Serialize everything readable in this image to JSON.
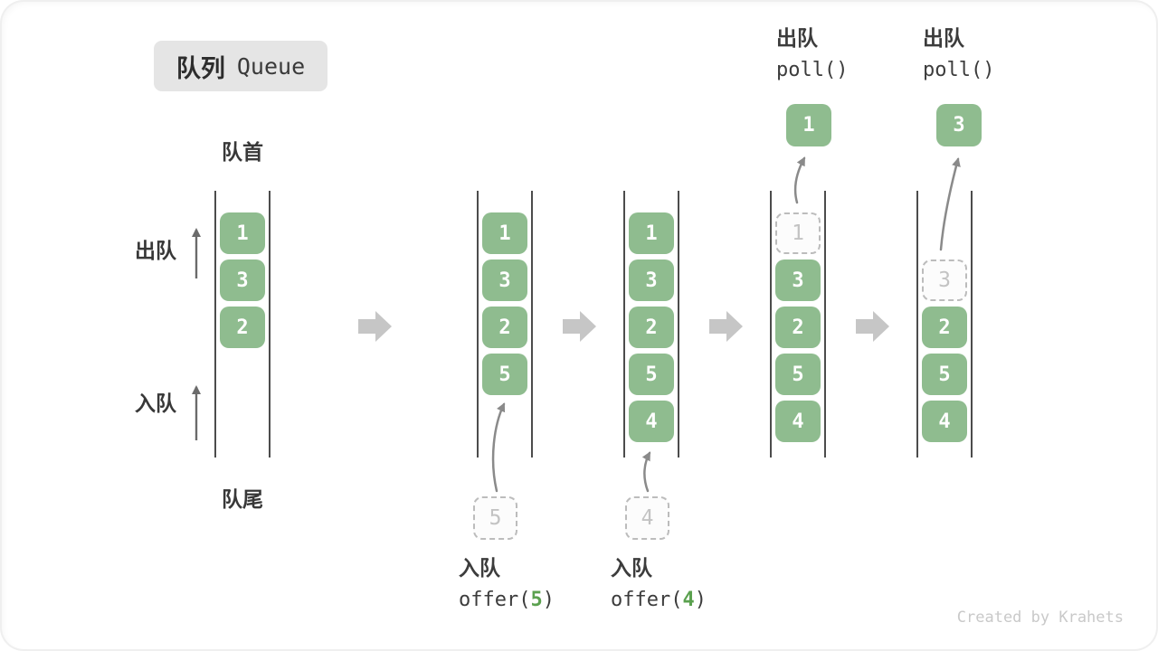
{
  "title": {
    "zh": "队列",
    "en": "Queue"
  },
  "labels": {
    "front": "队首",
    "rear": "队尾",
    "dequeue": "出队",
    "enqueue": "入队"
  },
  "colors": {
    "box_green": "#8fbc8f",
    "arg_green": "#5ba14f",
    "rail_dark": "#4c4c4c",
    "block_arrow_gray": "#c6c6c6",
    "thin_arrow_dark": "#6b6b6b",
    "thin_arrow_gray": "#8a8a8a",
    "dashed_border_gray": "#bcbcbc",
    "title_bg": "#e5e5e5"
  },
  "states": [
    {
      "cells": [
        {
          "value": "1"
        },
        {
          "value": "3"
        },
        {
          "value": "2"
        }
      ]
    },
    {
      "cells": [
        {
          "value": "1"
        },
        {
          "value": "3"
        },
        {
          "value": "2"
        },
        {
          "value": "5"
        }
      ],
      "staging": "5",
      "op": {
        "label": "入队",
        "fn": "offer(",
        "arg": "5",
        "close": ")"
      }
    },
    {
      "cells": [
        {
          "value": "1"
        },
        {
          "value": "3"
        },
        {
          "value": "2"
        },
        {
          "value": "5"
        },
        {
          "value": "4"
        }
      ],
      "staging": "4",
      "op": {
        "label": "入队",
        "fn": "offer(",
        "arg": "4",
        "close": ")"
      }
    },
    {
      "cells": [
        {
          "value": "1",
          "removed": true
        },
        {
          "value": "3"
        },
        {
          "value": "2"
        },
        {
          "value": "5"
        },
        {
          "value": "4"
        }
      ],
      "popped": "1",
      "op": {
        "label": "出队",
        "code": "poll()"
      }
    },
    {
      "cells": [
        {
          "value": "3",
          "removed": true
        },
        {
          "value": "2"
        },
        {
          "value": "5"
        },
        {
          "value": "4"
        }
      ],
      "popped": "3",
      "op": {
        "label": "出队",
        "code": "poll()"
      }
    }
  ],
  "watermark": "Created by Krahets"
}
